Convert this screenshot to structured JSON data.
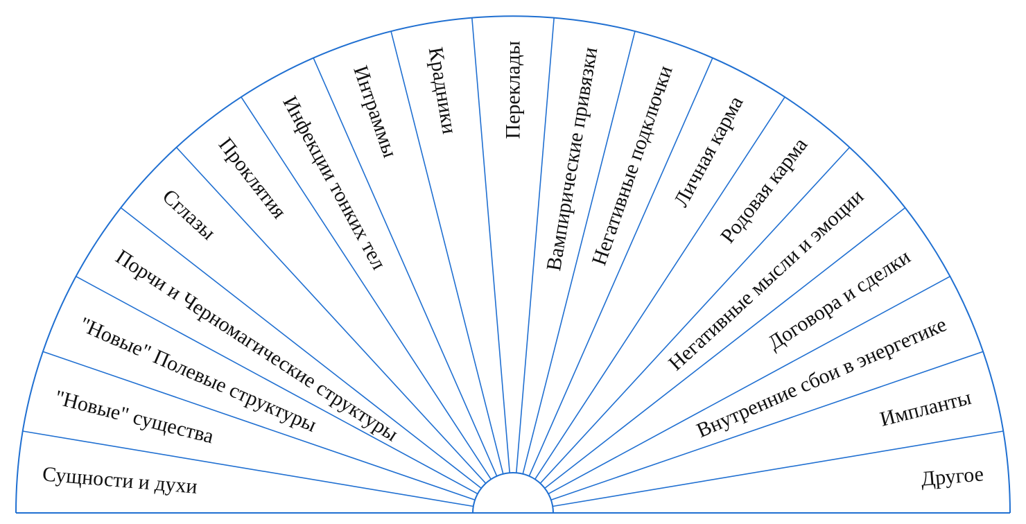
{
  "diagram": {
    "line_color": "#1f6fd1",
    "text_color": "#111111",
    "sectors": [
      {
        "id": "sushchnosti",
        "label": "Сущности и духи",
        "align": "left"
      },
      {
        "id": "novye-sushchestva",
        "label": "\"Новые\" существа",
        "align": "left"
      },
      {
        "id": "novye-polevye",
        "label": "\"Новые\" Полевые структуры",
        "align": "left"
      },
      {
        "id": "porchi",
        "label": "Порчи и Черномагические структуры",
        "align": "left"
      },
      {
        "id": "sglazy",
        "label": "Сглазы",
        "align": "left"
      },
      {
        "id": "proklyatiya",
        "label": "Проклятия",
        "align": "left"
      },
      {
        "id": "infektsii",
        "label": "Инфекции тонких тел",
        "align": "left"
      },
      {
        "id": "intrammy",
        "label": "Интраммы",
        "align": "left"
      },
      {
        "id": "kradniki",
        "label": "Крадники",
        "align": "left"
      },
      {
        "id": "perekady",
        "label": "Переклады",
        "align": "right"
      },
      {
        "id": "vampir",
        "label": "Вампирические привязки",
        "align": "right"
      },
      {
        "id": "negativ-podkl",
        "label": "Негативные подключки",
        "align": "right"
      },
      {
        "id": "lichnaya-karma",
        "label": "Личная карма",
        "align": "right"
      },
      {
        "id": "rodovaya-karma",
        "label": "Родовая карма",
        "align": "right"
      },
      {
        "id": "negativ-mysli",
        "label": "Негативные мысли и эмоции",
        "align": "right"
      },
      {
        "id": "dogovora",
        "label": "Договора и сделки",
        "align": "right"
      },
      {
        "id": "vnutr-sboi",
        "label": "Внутренние сбои в энергетике",
        "align": "right"
      },
      {
        "id": "implanty",
        "label": "Импланты",
        "align": "right"
      },
      {
        "id": "drugoe",
        "label": "Другое",
        "align": "right"
      }
    ]
  }
}
